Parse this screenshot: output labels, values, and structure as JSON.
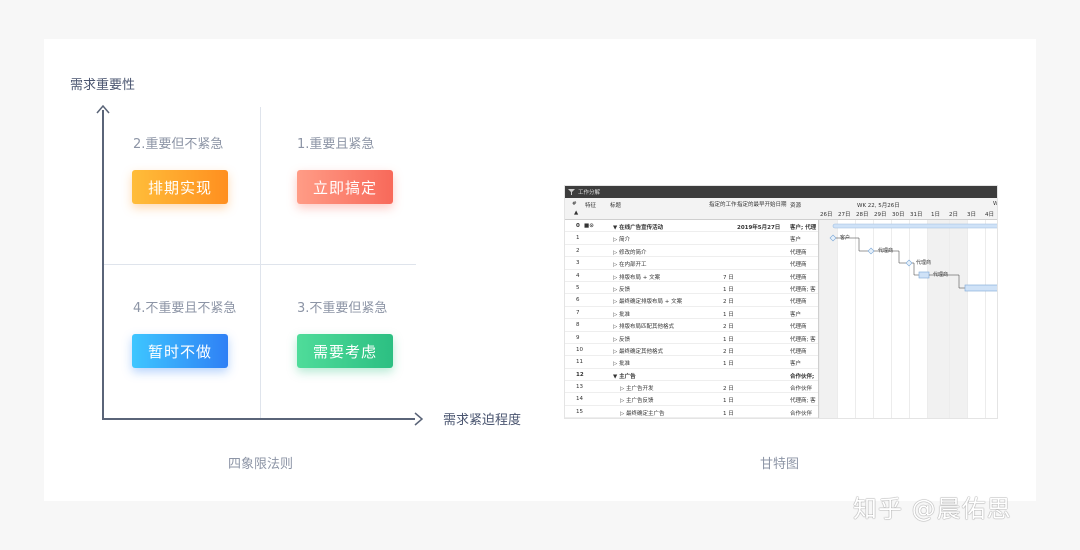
{
  "matrix": {
    "y_title": "需求重要性",
    "x_title": "需求紧迫程度",
    "caption": "四象限法则",
    "quadrants": [
      {
        "label": "2.重要但不紧急",
        "button": "排期实现",
        "color": "#ff9a25"
      },
      {
        "label": "1.重要且紧急",
        "button": "立即搞定",
        "color": "#f8695a"
      },
      {
        "label": "4.不重要且不紧急",
        "button": "暂时不做",
        "color": "#2f80f5"
      },
      {
        "label": "3.不重要但紧急",
        "button": "需要考虑",
        "color": "#2cbf82"
      }
    ]
  },
  "gantt": {
    "caption": "甘特图",
    "window_title": "工作分解",
    "headers": {
      "num": "#",
      "feature": "特征",
      "title": "标题",
      "effort": "指定的工作",
      "start": "指定的最早开始日期",
      "resource": "资源",
      "week": "WK 22, 5月26日",
      "week2": "W"
    },
    "days": [
      "26日",
      "27日",
      "28日",
      "29日",
      "30日",
      "31日",
      "1日",
      "2日",
      "3日",
      "4日"
    ],
    "rows": [
      {
        "num": "0",
        "title": "▼ 在线广告宣传活动",
        "effort": "",
        "start": "2019年5月27日",
        "resource": "客户; 代理",
        "bold": true
      },
      {
        "num": "1",
        "title": "▷ 简介",
        "effort": "",
        "start": "",
        "resource": "客户"
      },
      {
        "num": "2",
        "title": "▷ 修改的简介",
        "effort": "",
        "start": "",
        "resource": "代理商"
      },
      {
        "num": "3",
        "title": "▷ 在内部开工",
        "effort": "",
        "start": "",
        "resource": "代理商"
      },
      {
        "num": "4",
        "title": "▷ 排版布局 + 文案",
        "effort": "7 日",
        "start": "",
        "resource": "代理商"
      },
      {
        "num": "5",
        "title": "▷ 反馈",
        "effort": "1 日",
        "start": "",
        "resource": "代理商; 客"
      },
      {
        "num": "6",
        "title": "▷ 最终确定排版布局 + 文案",
        "effort": "2 日",
        "start": "",
        "resource": "代理商"
      },
      {
        "num": "7",
        "title": "▷ 批准",
        "effort": "1 日",
        "start": "",
        "resource": "客户"
      },
      {
        "num": "8",
        "title": "▷ 排版布局匹配其他格式",
        "effort": "2 日",
        "start": "",
        "resource": "代理商"
      },
      {
        "num": "9",
        "title": "▷ 反馈",
        "effort": "1 日",
        "start": "",
        "resource": "代理商; 客"
      },
      {
        "num": "10",
        "title": "▷ 最终确定其他格式",
        "effort": "2 日",
        "start": "",
        "resource": "代理商"
      },
      {
        "num": "11",
        "title": "▷ 批准",
        "effort": "1 日",
        "start": "",
        "resource": "客户"
      },
      {
        "num": "12",
        "title": "▼ 主广告",
        "effort": "",
        "start": "",
        "resource": "合作伙伴;",
        "bold": true
      },
      {
        "num": "13",
        "title": "▷ 主广告开发",
        "effort": "2 日",
        "start": "",
        "resource": "合作伙伴",
        "indent": true
      },
      {
        "num": "14",
        "title": "▷ 主广告反馈",
        "effort": "1 日",
        "start": "",
        "resource": "代理商; 客",
        "indent": true
      },
      {
        "num": "15",
        "title": "▷ 最终确定主广告",
        "effort": "1 日",
        "start": "",
        "resource": "合作伙伴",
        "indent": true
      }
    ],
    "bar_labels": [
      "客户",
      "代理商",
      "代理商",
      "代理商"
    ]
  },
  "watermark": "知乎 @晨佑思"
}
